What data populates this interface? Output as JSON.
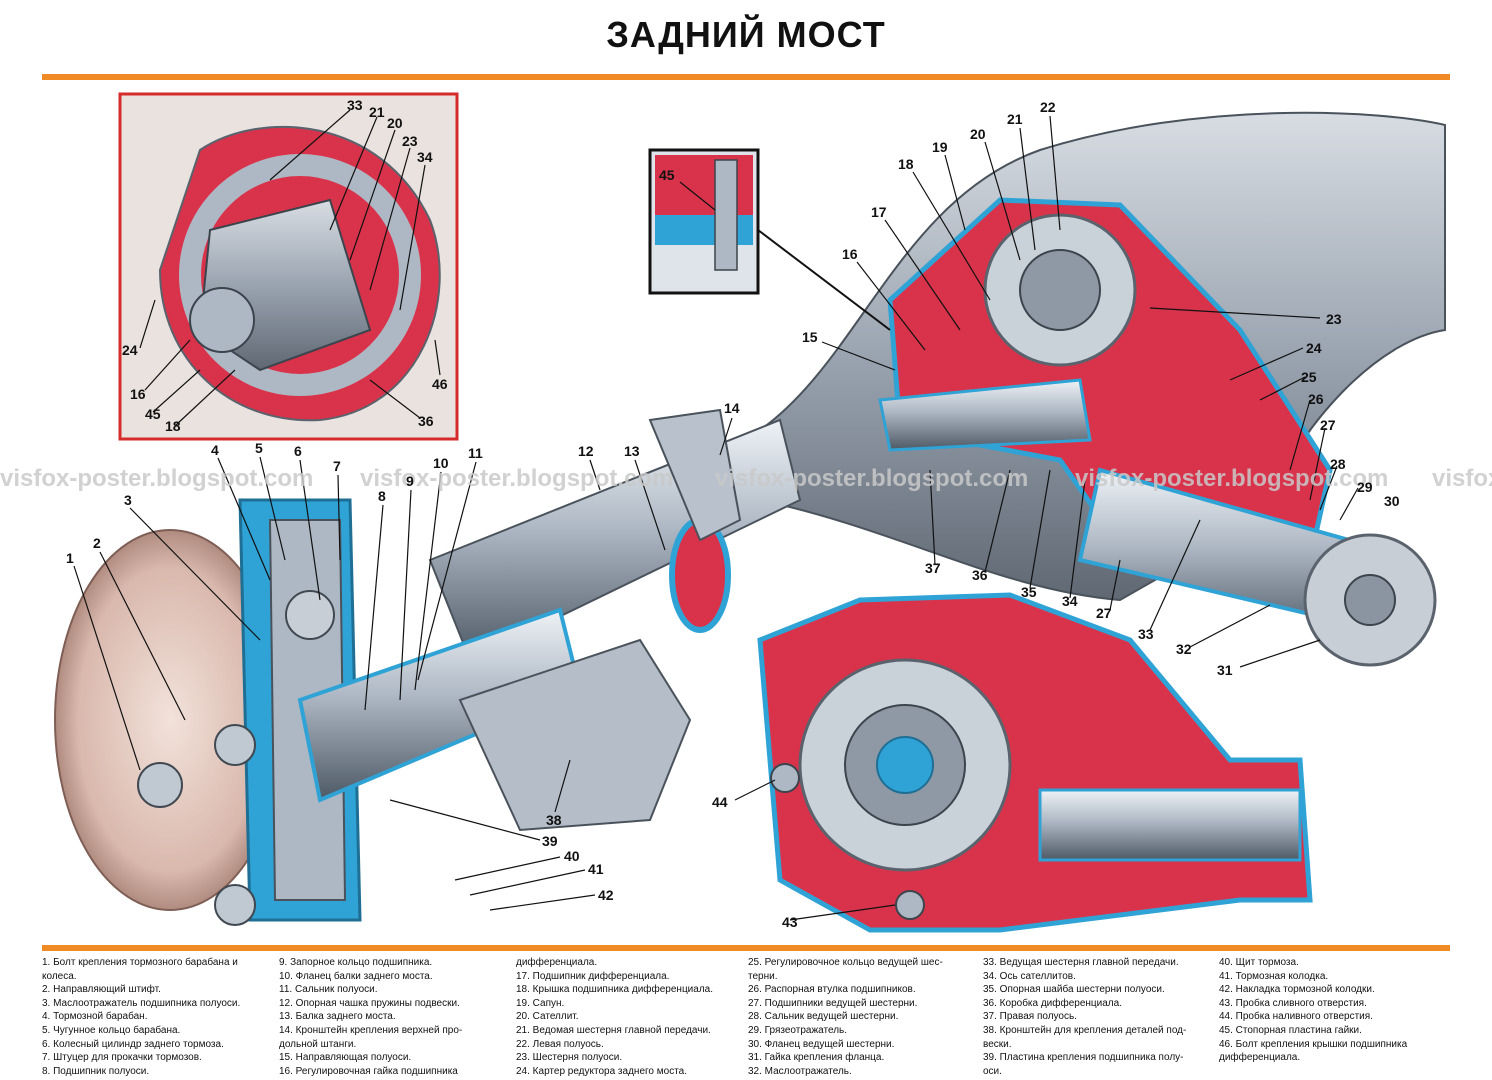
{
  "title": "ЗАДНИЙ МОСТ",
  "watermark": "visfox-poster.blogspot.com",
  "colors": {
    "accent_rule": "#f08a24",
    "inset_border": "#d62b2b",
    "section_red": "#d8334a",
    "section_blue": "#2fa3d6",
    "metal": "#9aa4b0"
  },
  "callouts": {
    "n1": "1",
    "n2": "2",
    "n3": "3",
    "n4": "4",
    "n5": "5",
    "n6": "6",
    "n7": "7",
    "n8": "8",
    "n9": "9",
    "n10": "10",
    "n11": "11",
    "n12": "12",
    "n13": "13",
    "n14": "14",
    "n15": "15",
    "n16": "16",
    "n17": "17",
    "n18": "18",
    "n19": "19",
    "n20": "20",
    "n21": "21",
    "n22": "22",
    "n23": "23",
    "n24": "24",
    "n25": "25",
    "n26": "26",
    "n27": "27",
    "n28": "28",
    "n29": "29",
    "n30": "30",
    "n31": "31",
    "n32": "32",
    "n33": "33",
    "n34": "34",
    "n35": "35",
    "n36": "36",
    "n37": "37",
    "n38": "38",
    "n39": "39",
    "n40": "40",
    "n41": "41",
    "n42": "42",
    "n43": "43",
    "n44": "44",
    "i33": "33",
    "i21": "21",
    "i20": "20",
    "i23": "23",
    "i34": "34",
    "i24": "24",
    "i16": "16",
    "i45": "45",
    "i18": "18",
    "i36": "36",
    "i46": "46",
    "s45": "45",
    "b27": "27"
  },
  "legend": [
    "1. Болт крепления тормозного барабана и\nколеса.\n2. Направляющий штифт.\n3. Маслоотражатель подшипника полуоси.\n4. Тормозной барабан.\n5. Чугунное кольцо барабана.\n6. Колесный цилиндр заднего тормоза.\n7. Штуцер для прокачки тормозов.\n8. Подшипник полуоси.",
    "9. Запорное кольцо подшипника.\n10. Фланец балки заднего моста.\n11. Сальник полуоси.\n12. Опорная чашка пружины подвески.\n13. Балка заднего моста.\n14. Кронштейн крепления верхней про-\nдольной штанги.\n15. Направляющая полуоси.\n16. Регулировочная гайка подшипника",
    "дифференциала.\n17. Подшипник дифференциала.\n18. Крышка подшипника дифференциала.\n19. Сапун.\n20. Сателлит.\n21. Ведомая шестерня главной передачи.\n22. Левая полуось.\n23. Шестерня полуоси.\n24. Картер редуктора заднего моста.",
    "25. Регулировочное кольцо ведущей шес-\nтерни.\n26. Распорная втулка подшипников.\n27. Подшипники ведущей шестерни.\n28. Сальник ведущей шестерни.\n29. Грязеотражатель.\n30. Фланец ведущей шестерни.\n31. Гайка крепления фланца.\n32. Маслоотражатель.",
    "33. Ведущая шестерня главной передачи.\n34. Ось сателлитов.\n35. Опорная шайба шестерни полуоси.\n36. Коробка дифференциала.\n37. Правая полуось.\n38. Кронштейн для крепления деталей под-\nвески.\n39. Пластина крепления подшипника полу-\nоси.",
    "40. Щит тормоза.\n41. Тормозная колодка.\n42. Накладка тормозной колодки.\n43. Пробка сливного отверстия.\n44. Пробка наливного отверстия.\n45. Стопорная пластина гайки.\n46. Болт крепления крышки подшипника\nдифференциала."
  ]
}
